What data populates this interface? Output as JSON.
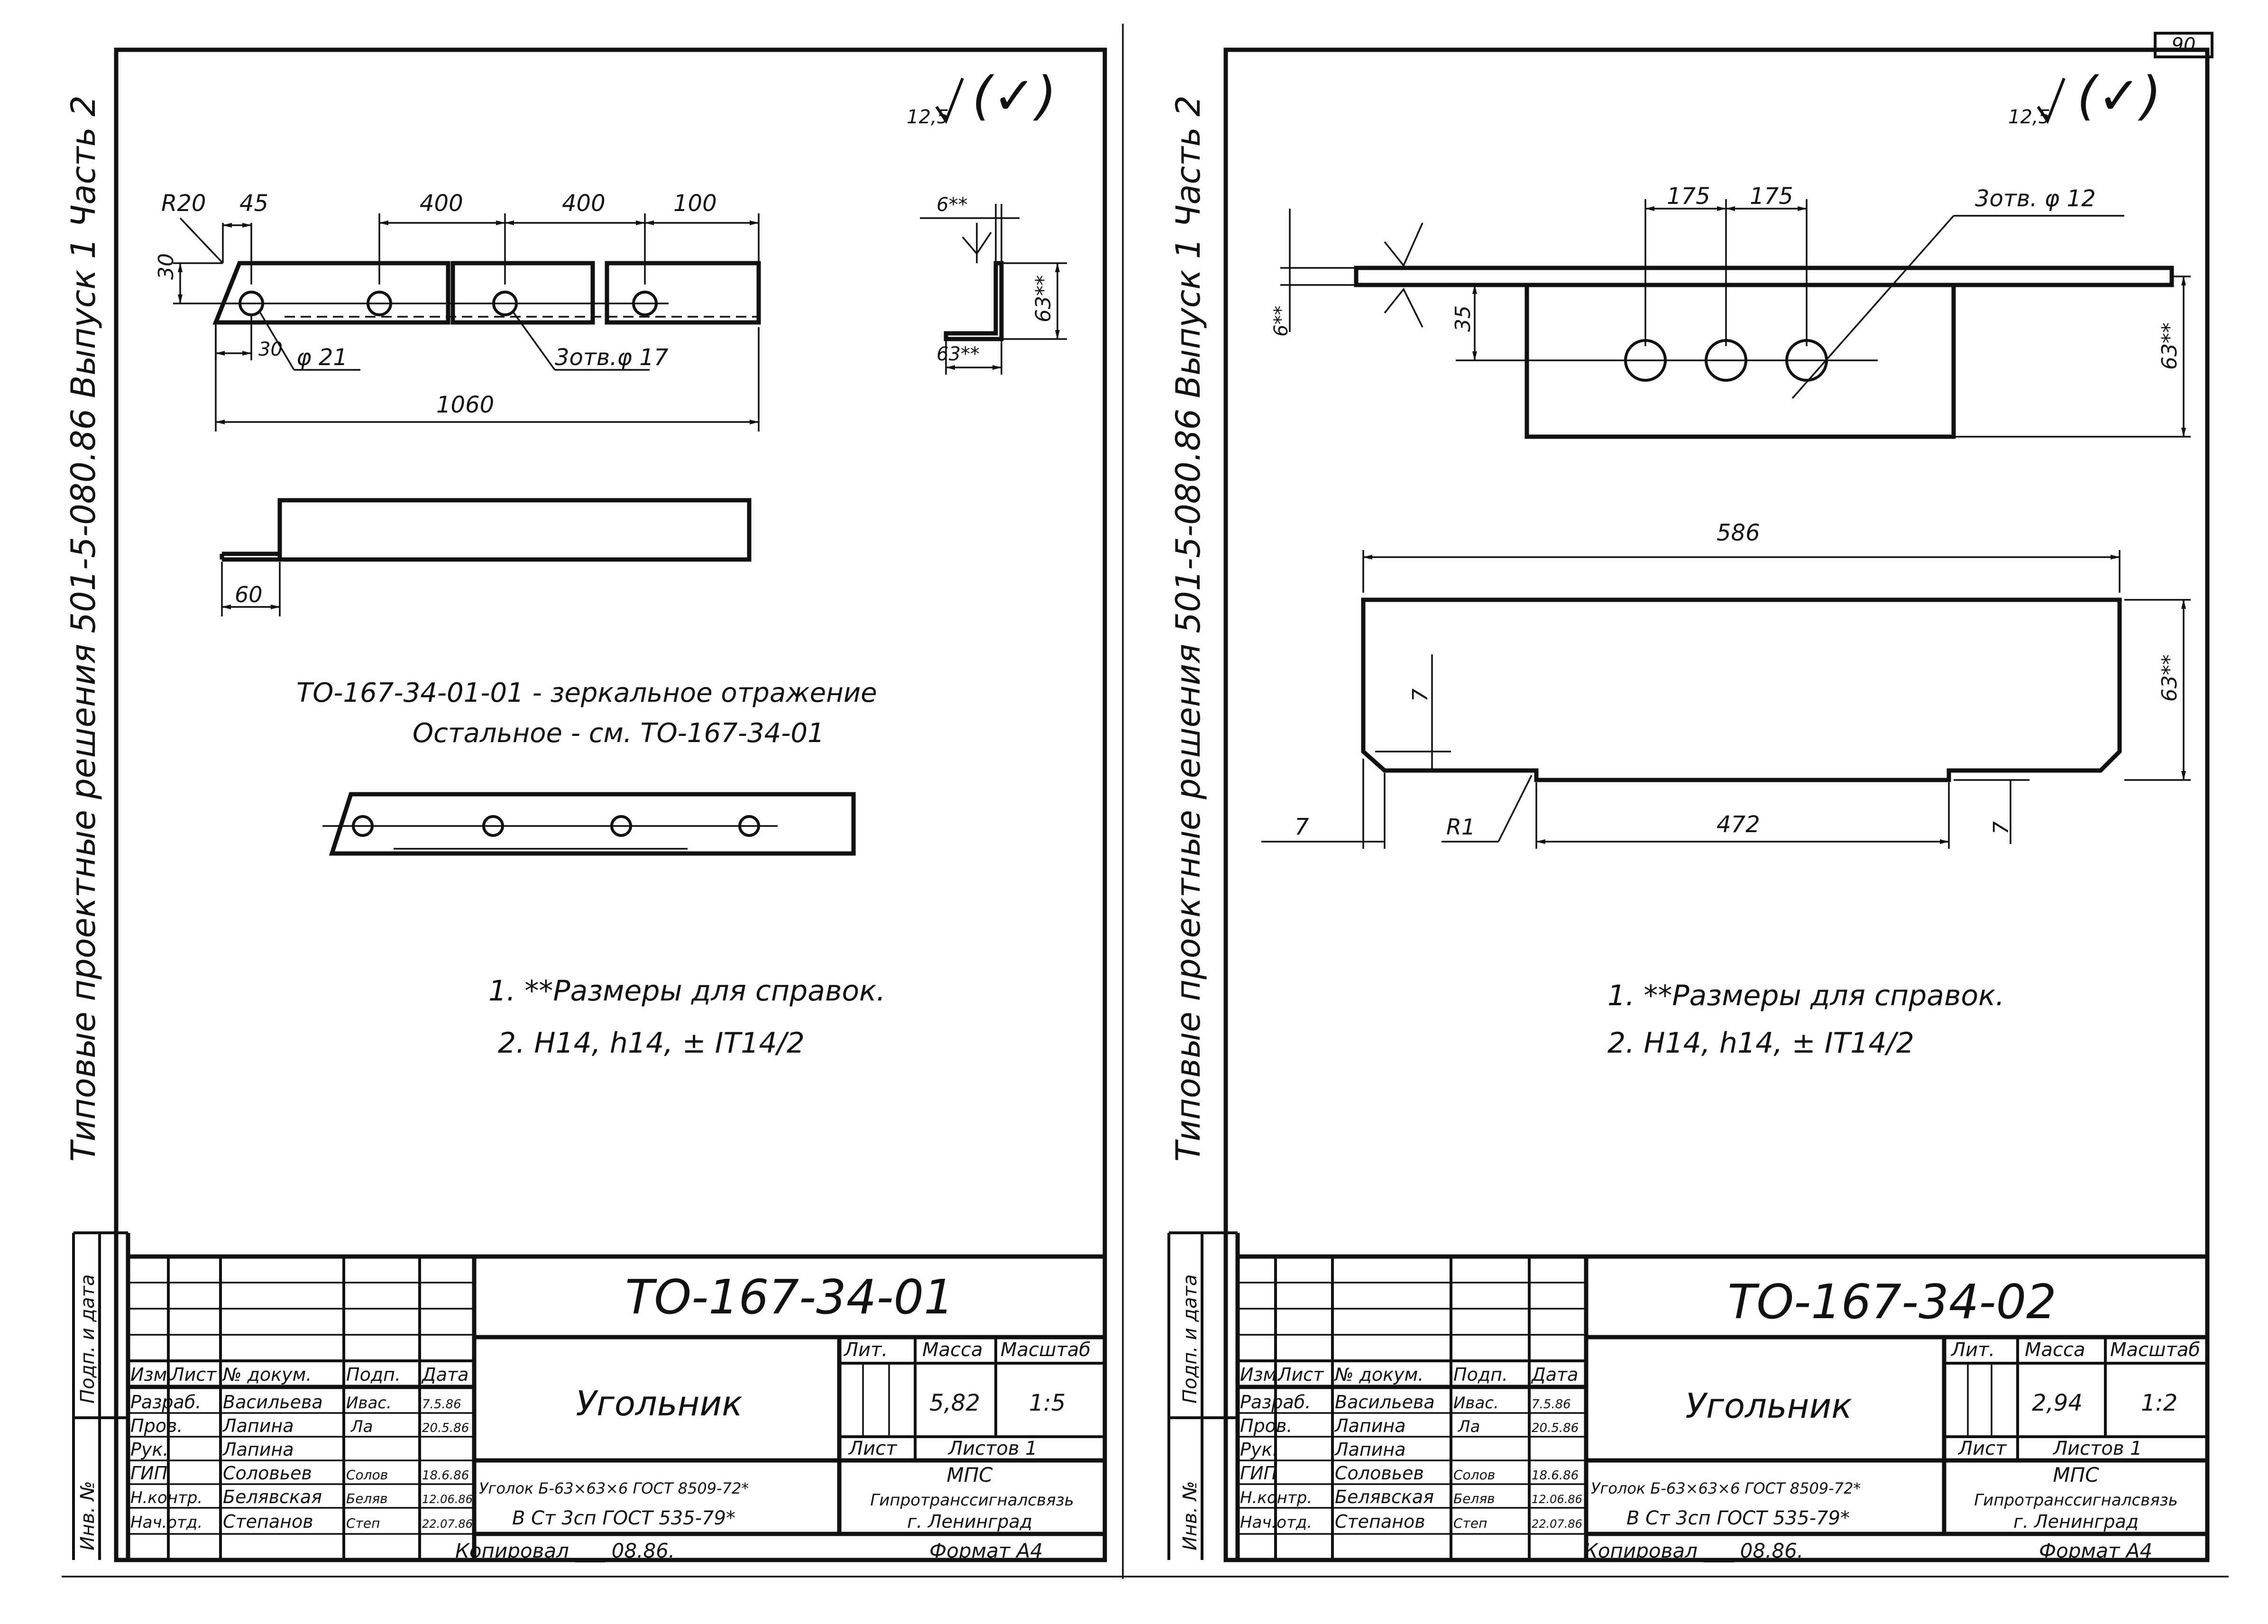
{
  "page_number": "90",
  "sheets": [
    {
      "roughness": "12,5",
      "roughness_paren": "(✓)",
      "side_label": "Типовые проектные решения 501-5-080.86 Выпуск 1 Часть 2",
      "dims_top": [
        "R20",
        "45",
        "400",
        "400",
        "100"
      ],
      "dim_30v": "30",
      "dim_30h": "30",
      "hole_big": "φ 21",
      "holes_note": "3отв.φ 17",
      "total_length": "1060",
      "section_dims": [
        "6**",
        "63**",
        "63**"
      ],
      "dim_60": "60",
      "mirror_line1": "ТО-167-34-01-01 - зеркальное отражение",
      "mirror_line2": "Остальное - см. ТО-167-34-01",
      "note1": "1. **Размеры для справок.",
      "note2": "2. H14, h14, ± IT14/2",
      "doc_code": "ТО-167-34-01",
      "title": "Угольник",
      "lit_label": "Лит.",
      "mass_label": "Масса",
      "scale_label": "Масштаб",
      "mass": "5,82",
      "scale": "1:5",
      "sheet_label": "Лист",
      "sheets_label": "Листов 1",
      "org1": "МПС",
      "org2": "Гипротранссигналсвязь",
      "org3": "г. Ленинград",
      "material1": "Уголок Б-63×63×6 ГОСТ 8509-72*",
      "material2": "В Ст 3сп ГОСТ 535-79*",
      "rev_headers": [
        "Изм.",
        "Лист",
        "№ докум.",
        "Подп.",
        "Дата"
      ],
      "rows": [
        [
          "Разраб.",
          "Васильева",
          "Ивас.",
          "7.5.86"
        ],
        [
          "Пров.",
          "Лапина",
          "Ла",
          "20.5.86"
        ],
        [
          "Рук.",
          "Лапина",
          "",
          ""
        ],
        [
          "ГИП",
          "Соловьев",
          "Солов",
          "18.6.86"
        ],
        [
          "Н.контр.",
          "Белявская",
          "Беляв",
          "12.06.86"
        ],
        [
          "Нач.отд.",
          "Степанов",
          "Степ",
          "22.07.86"
        ]
      ],
      "stamp_left": [
        "Подп. и дата",
        "Инв. №"
      ],
      "copied": "Копировал ___ 08.86.",
      "format": "Формат А4"
    },
    {
      "roughness": "12,5",
      "roughness_paren": "(✓)",
      "side_label": "Типовые проектные решения 501-5-080.86 Выпуск 1 Часть 2",
      "dims_top": [
        "175",
        "175",
        "3отв. φ 12"
      ],
      "dim_6": "6**",
      "dim_35": "35",
      "dim_63a": "63**",
      "dim_586": "586",
      "dim_63b": "63**",
      "dim_7a": "7",
      "dim_7b": "7",
      "dim_7c": "7",
      "dim_R1": "R1",
      "dim_472": "472",
      "note1": "1. **Размеры для справок.",
      "note2": "2. H14, h14, ± IT14/2",
      "doc_code": "ТО-167-34-02",
      "title": "Угольник",
      "lit_label": "Лит.",
      "mass_label": "Масса",
      "scale_label": "Масштаб",
      "mass": "2,94",
      "scale": "1:2",
      "sheet_label": "Лист",
      "sheets_label": "Листов 1",
      "org1": "МПС",
      "org2": "Гипротранссигналсвязь",
      "org3": "г. Ленинград",
      "material1": "Уголок Б-63×63×6 ГОСТ 8509-72*",
      "material2": "В Ст 3сп ГОСТ 535-79*",
      "rev_headers": [
        "Изм.",
        "Лист",
        "№ докум.",
        "Подп.",
        "Дата"
      ],
      "rows": [
        [
          "Разраб.",
          "Васильева",
          "Ивас.",
          "7.5.86"
        ],
        [
          "Пров.",
          "Лапина",
          "Ла",
          "20.5.86"
        ],
        [
          "Рук.",
          "Лапина",
          "",
          ""
        ],
        [
          "ГИП",
          "Соловьев",
          "Солов",
          "18.6.86"
        ],
        [
          "Н.контр.",
          "Белявская",
          "Беляв",
          "12.06.86"
        ],
        [
          "Нач.отд.",
          "Степанов",
          "Степ",
          "22.07.86"
        ]
      ],
      "stamp_left": [
        "Подп. и дата",
        "Инв. №"
      ],
      "copied": "Копировал ___ 08.86.",
      "format": "Формат А4"
    }
  ]
}
